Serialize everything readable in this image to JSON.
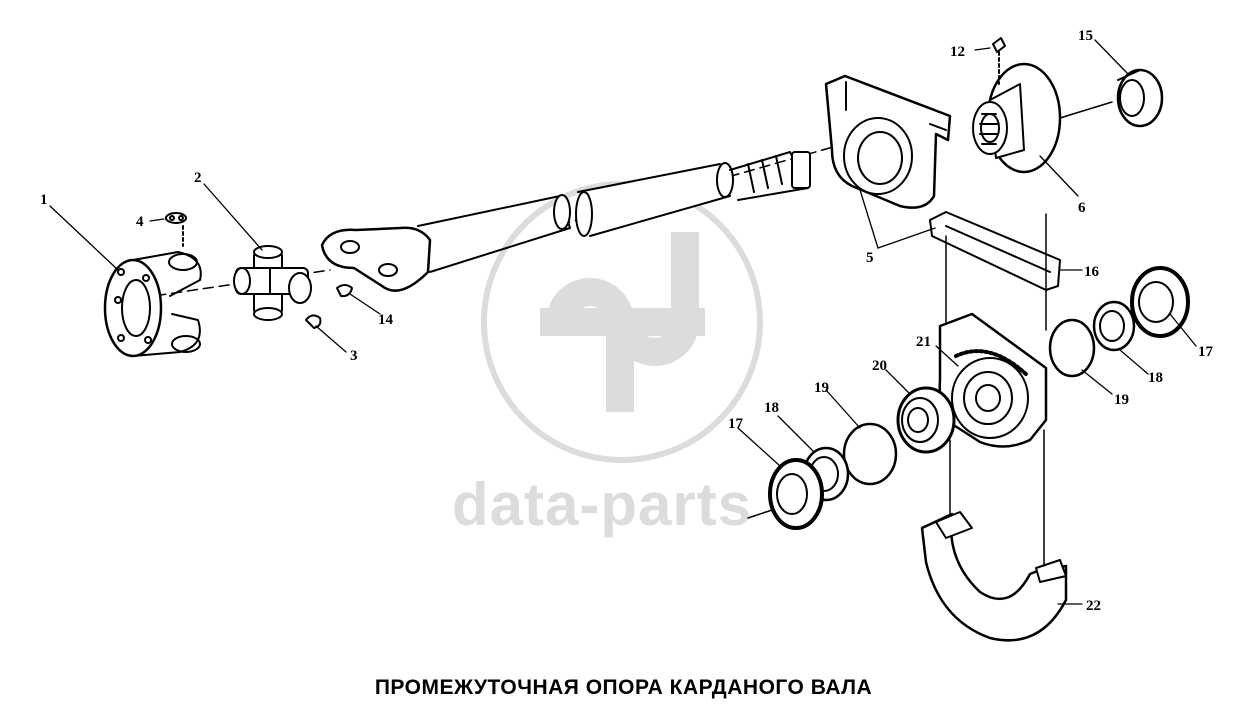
{
  "caption": "ПРОМЕЖУТОЧНАЯ ОПОРА КАРДАНОГО ВАЛА",
  "watermark": {
    "text": "data-parts",
    "color": "#dcdcdc"
  },
  "callouts": {
    "c1": "1",
    "c2": "2",
    "c3": "3",
    "c4": "4",
    "c5": "5",
    "c6": "6",
    "c12": "12",
    "c14": "14",
    "c15": "15",
    "c16": "16",
    "c17a": "17",
    "c17b": "17",
    "c18a": "18",
    "c18b": "18",
    "c19a": "19",
    "c19b": "19",
    "c20": "20",
    "c21": "21",
    "c22": "22"
  }
}
